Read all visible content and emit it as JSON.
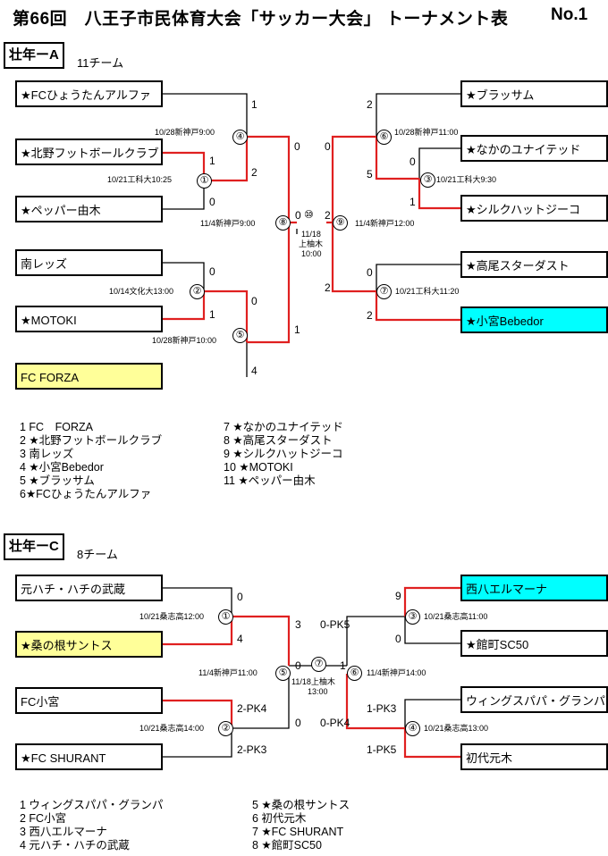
{
  "title": "第66回　八王子市民体育大会「サッカー大会」 トーナメント表",
  "page_no": "No.1",
  "colors": {
    "winner_line": "#e02020",
    "highlight_yellow": "#ffff99",
    "highlight_cyan": "#00ffff"
  },
  "sectionA": {
    "label": "壮年ーA",
    "count": "11チーム",
    "teams": [
      "★FCひょうたんアルファ",
      "★北野フットボールクラブ",
      "★ペッパー由木",
      "南レッズ",
      "★MOTOKI",
      "FC FORZA",
      "★ブラッサム",
      "★なかのユナイテッド",
      "★シルクハットジーコ",
      "★高尾スターダスト",
      "★小宮Bebedor"
    ],
    "scores": [
      "1",
      "1",
      "0",
      "2",
      "0",
      "0",
      "1",
      "1",
      "4",
      "0",
      "0",
      "0",
      "2",
      "2",
      "0",
      "5",
      "1",
      "2",
      "0",
      "2",
      "2"
    ],
    "matches": [
      "①",
      "②",
      "③",
      "④",
      "⑤",
      "⑥",
      "⑦",
      "⑧",
      "⑨",
      "⑩"
    ],
    "info": [
      "10/21工科大10:25",
      "10/14文化大13:00",
      "10/21工科大9:30",
      "10/28新神戸9:00",
      "10/28新神戸10:00",
      "10/28新神戸11:00",
      "10/21工科大11:20",
      "11/4新神戸9:00",
      "11/4新神戸12:00",
      "11/18",
      "上柚木",
      "10:00"
    ],
    "list_left": [
      "1 FC　FORZA",
      "2 ★北野フットボールクラブ",
      "3 南レッズ",
      "4 ★小宮Bebedor",
      "5 ★ブラッサム",
      "6★FCひょうたんアルファ"
    ],
    "list_right": [
      "7 ★なかのユナイテッド",
      "8 ★高尾スターダスト",
      "9 ★シルクハットジーコ",
      "10 ★MOTOKI",
      "11 ★ペッパー由木"
    ]
  },
  "sectionC": {
    "label": "壮年ーC",
    "count": "8チーム",
    "teams": [
      "元ハチ・ハチの武蔵",
      "★桑の根サントス",
      "FC小宮",
      "★FC SHURANT",
      "西八エルマーナ",
      "★館町SC50",
      "ウィングスパパ・グランパ",
      "初代元木"
    ],
    "scores": [
      "0",
      "4",
      "2-PK4",
      "2-PK3",
      "3",
      "0",
      "0",
      "1",
      "9",
      "0",
      "0-PK5",
      "0-PK4",
      "1-PK3",
      "1-PK5"
    ],
    "matches": [
      "①",
      "②",
      "③",
      "④",
      "⑤",
      "⑥",
      "⑦"
    ],
    "info": [
      "10/21桑志高12:00",
      "10/21桑志高14:00",
      "10/21桑志高11:00",
      "10/21桑志高13:00",
      "11/4新神戸11:00",
      "11/4新神戸14:00",
      "11/18上柚木",
      "13:00"
    ],
    "list_left": [
      "1 ウィングスパパ・グランパ",
      "2 FC小宮",
      "3 西八エルマーナ",
      "4 元ハチ・ハチの武蔵"
    ],
    "list_right": [
      "5 ★桑の根サントス",
      "6 初代元木",
      "7 ★FC SHURANT",
      "8 ★館町SC50"
    ]
  }
}
